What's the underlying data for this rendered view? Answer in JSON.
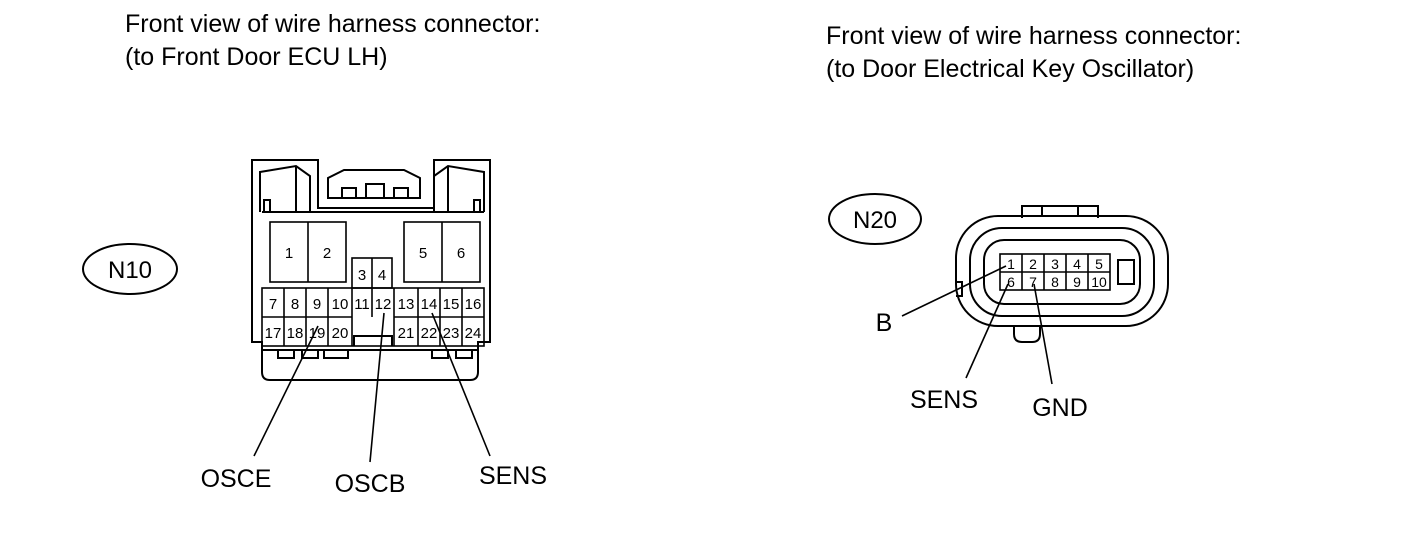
{
  "left": {
    "title_line1": "Front view of wire harness connector:",
    "title_line2": "(to Front Door ECU LH)",
    "connector_code": "N10",
    "pins": [
      "1",
      "2",
      "3",
      "4",
      "5",
      "6",
      "7",
      "8",
      "9",
      "10",
      "11",
      "12",
      "13",
      "14",
      "15",
      "16",
      "17",
      "18",
      "19",
      "20",
      "21",
      "22",
      "23",
      "24"
    ],
    "callouts": [
      "OSCE",
      "OSCB",
      "SENS"
    ]
  },
  "right": {
    "title_line1": "Front view of wire harness connector:",
    "title_line2": "(to Door Electrical Key Oscillator)",
    "connector_code": "N20",
    "pins": [
      "1",
      "2",
      "3",
      "4",
      "5",
      "6",
      "7",
      "8",
      "9",
      "10"
    ],
    "callouts": [
      "B",
      "SENS",
      "GND"
    ]
  }
}
